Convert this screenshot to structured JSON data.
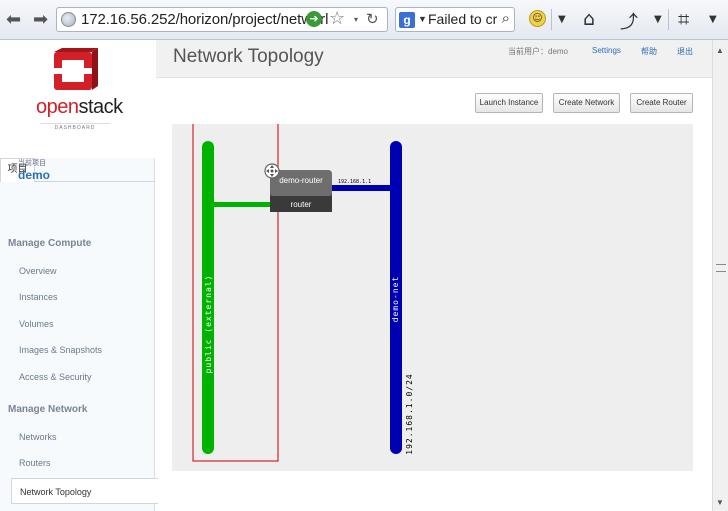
{
  "browser": {
    "url": "172.16.56.252/horizon/project/networl",
    "search_text": "Failed to cr",
    "search_engine_letter": "g"
  },
  "sidebar": {
    "brand_open": "open",
    "brand_stack": "stack",
    "brand_sub": "DASHBOARD",
    "tab_label": "项目",
    "current_project_label": "当前项目",
    "current_project": "demo",
    "sections": [
      {
        "title": "Manage Compute",
        "items": [
          "Overview",
          "Instances",
          "Volumes",
          "Images & Snapshots",
          "Access & Security"
        ]
      },
      {
        "title": "Manage Network",
        "items": [
          "Networks",
          "Routers",
          "Network Topology"
        ]
      }
    ]
  },
  "header": {
    "title": "Network Topology",
    "user_label": "当前用户：demo",
    "settings": "Settings",
    "help": "帮助",
    "logout": "退出"
  },
  "toolbar": {
    "launch_instance": "Launch Instance",
    "create_network": "Create Network",
    "create_router": "Create Router"
  },
  "topology": {
    "external_network": {
      "name": "public (external)",
      "color": "#00b300"
    },
    "internal_network": {
      "name": "demo-net",
      "cidr": "192.168.1.0/24",
      "color": "#0000b3"
    },
    "router": {
      "name": "demo-router",
      "type": "router",
      "interface_ip": "192.168.1.1"
    },
    "selection_color": "#cc0000"
  }
}
